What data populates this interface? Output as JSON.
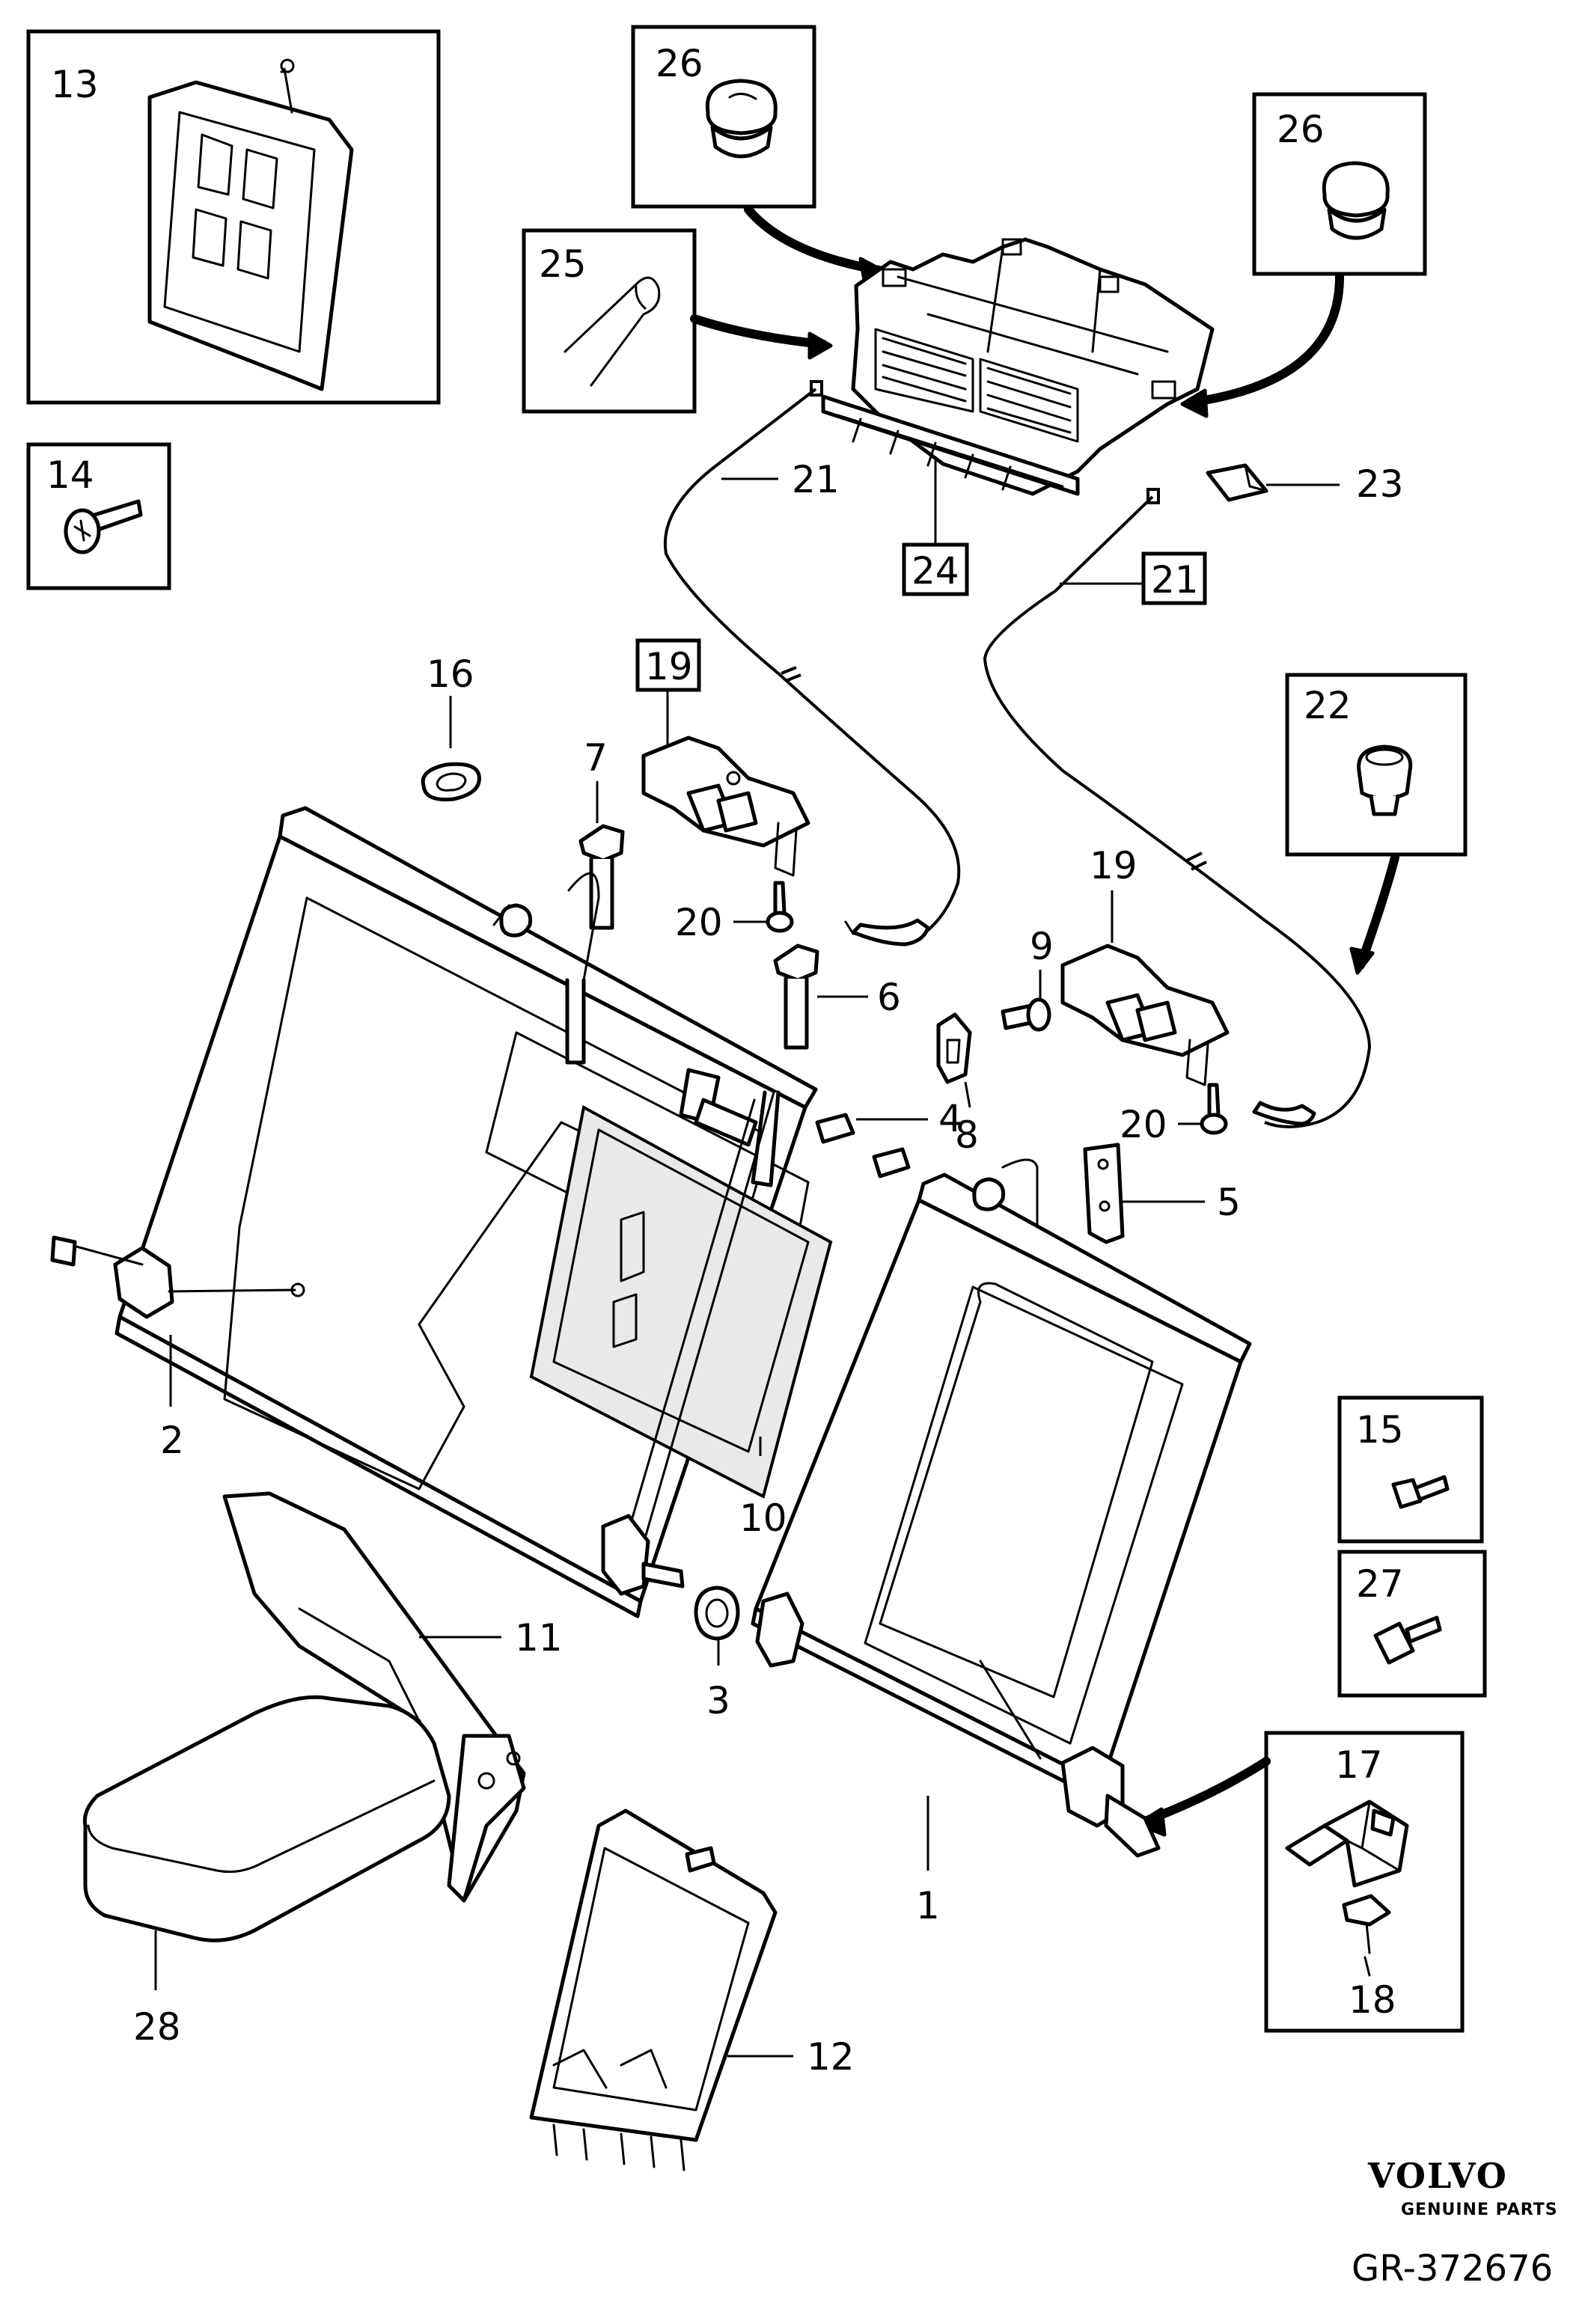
{
  "diagram": {
    "parts": [
      {
        "id": "1",
        "label": "1"
      },
      {
        "id": "2",
        "label": "2"
      },
      {
        "id": "3",
        "label": "3"
      },
      {
        "id": "4",
        "label": "4"
      },
      {
        "id": "5",
        "label": "5"
      },
      {
        "id": "6",
        "label": "6"
      },
      {
        "id": "7",
        "label": "7"
      },
      {
        "id": "8",
        "label": "8"
      },
      {
        "id": "9",
        "label": "9"
      },
      {
        "id": "10",
        "label": "10"
      },
      {
        "id": "11",
        "label": "11"
      },
      {
        "id": "12",
        "label": "12"
      },
      {
        "id": "13",
        "label": "13"
      },
      {
        "id": "14",
        "label": "14"
      },
      {
        "id": "15",
        "label": "15"
      },
      {
        "id": "16",
        "label": "16"
      },
      {
        "id": "17",
        "label": "17"
      },
      {
        "id": "18",
        "label": "18"
      },
      {
        "id": "19",
        "label": "19"
      },
      {
        "id": "20",
        "label": "20"
      },
      {
        "id": "21",
        "label": "21"
      },
      {
        "id": "22",
        "label": "22"
      },
      {
        "id": "23",
        "label": "23"
      },
      {
        "id": "24",
        "label": "24"
      },
      {
        "id": "25",
        "label": "25"
      },
      {
        "id": "26",
        "label": "26"
      },
      {
        "id": "27",
        "label": "27"
      },
      {
        "id": "28",
        "label": "28"
      }
    ]
  },
  "brand": {
    "logo": "VOLVO",
    "tagline": "GENUINE PARTS",
    "figure_code": "GR-372676"
  }
}
